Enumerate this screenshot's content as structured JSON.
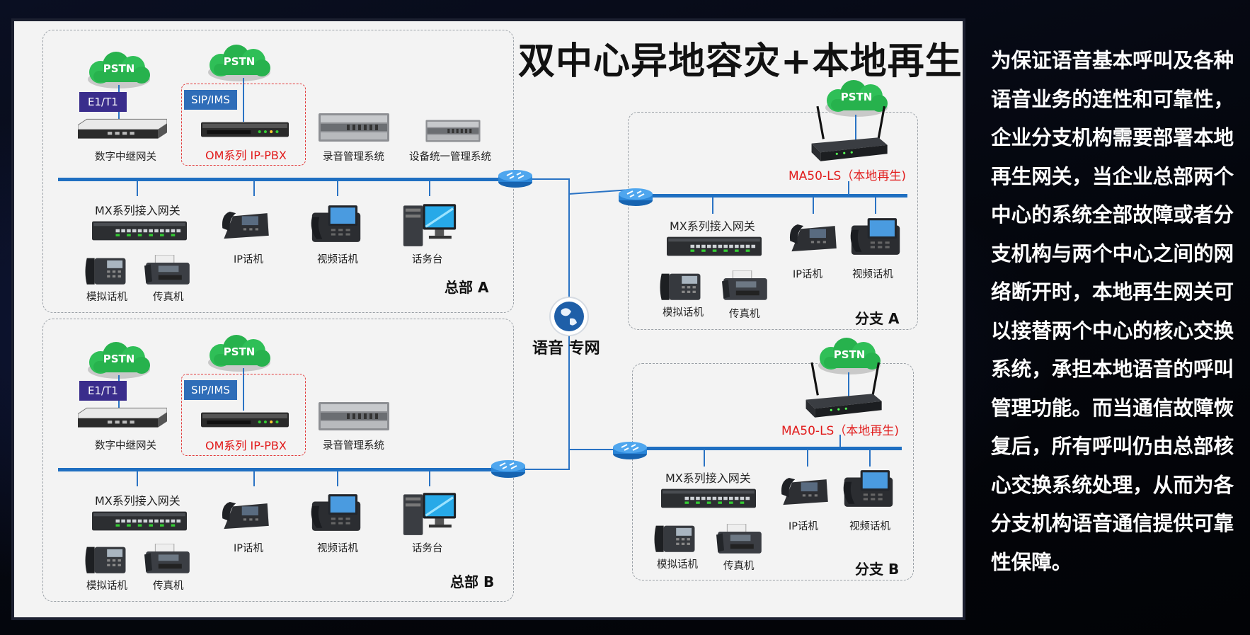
{
  "title": "双中心异地容灾+本地再生",
  "description": "为保证语音基本呼叫及各种语音业务的连性和可靠性，企业分支机构需要部署本地再生网关，当企业总部两个中心的系统全部故障或者分支机构与两个中心之间的网络断开时，本地再生网关可以接替两个中心的核心交换系统，承担本地语音的呼叫管理功能。而当通信故障恢复后，所有呼叫仍由总部核心交换系统处理，从而为各分支机构语音通信提供可靠性保障。",
  "center": {
    "label": "语音 专网"
  },
  "hq_a": {
    "name": "总部 A",
    "pstn1": "PSTN",
    "pstn2": "PSTN",
    "e1": "E1/T1",
    "sip": "SIP/IMS",
    "trunk_gw": "数字中继网关",
    "pbx": "OM系列 IP-PBX",
    "recorder": "录音管理系统",
    "device_mgmt": "设备统一管理系统",
    "mx_gw": "MX系列接入网关",
    "ip_phone": "IP话机",
    "video_phone": "视频话机",
    "console": "话务台",
    "analog_phone": "模拟话机",
    "fax": "传真机"
  },
  "hq_b": {
    "name": "总部 B",
    "pstn1": "PSTN",
    "pstn2": "PSTN",
    "e1": "E1/T1",
    "sip": "SIP/IMS",
    "trunk_gw": "数字中继网关",
    "pbx": "OM系列 IP-PBX",
    "recorder": "录音管理系统",
    "mx_gw": "MX系列接入网关",
    "ip_phone": "IP话机",
    "video_phone": "视频话机",
    "console": "话务台",
    "analog_phone": "模拟话机",
    "fax": "传真机"
  },
  "branch_a": {
    "name": "分支 A",
    "pstn": "PSTN",
    "gateway": "MA50-LS（本地再生)",
    "mx_gw": "MX系列接入网关",
    "ip_phone": "IP话机",
    "video_phone": "视频话机",
    "analog_phone": "模拟话机",
    "fax": "传真机"
  },
  "branch_b": {
    "name": "分支 B",
    "pstn": "PSTN",
    "gateway": "MA50-LS（本地再生)",
    "mx_gw": "MX系列接入网关",
    "ip_phone": "IP话机",
    "video_phone": "视频话机",
    "analog_phone": "模拟话机",
    "fax": "传真机"
  },
  "colors": {
    "accent_blue": "#1f6fc1",
    "cloud_green": "#22b24c",
    "label_red": "#e11b1b",
    "tag_purple": "#3a2d8c",
    "tag_blue": "#2f6db8"
  }
}
